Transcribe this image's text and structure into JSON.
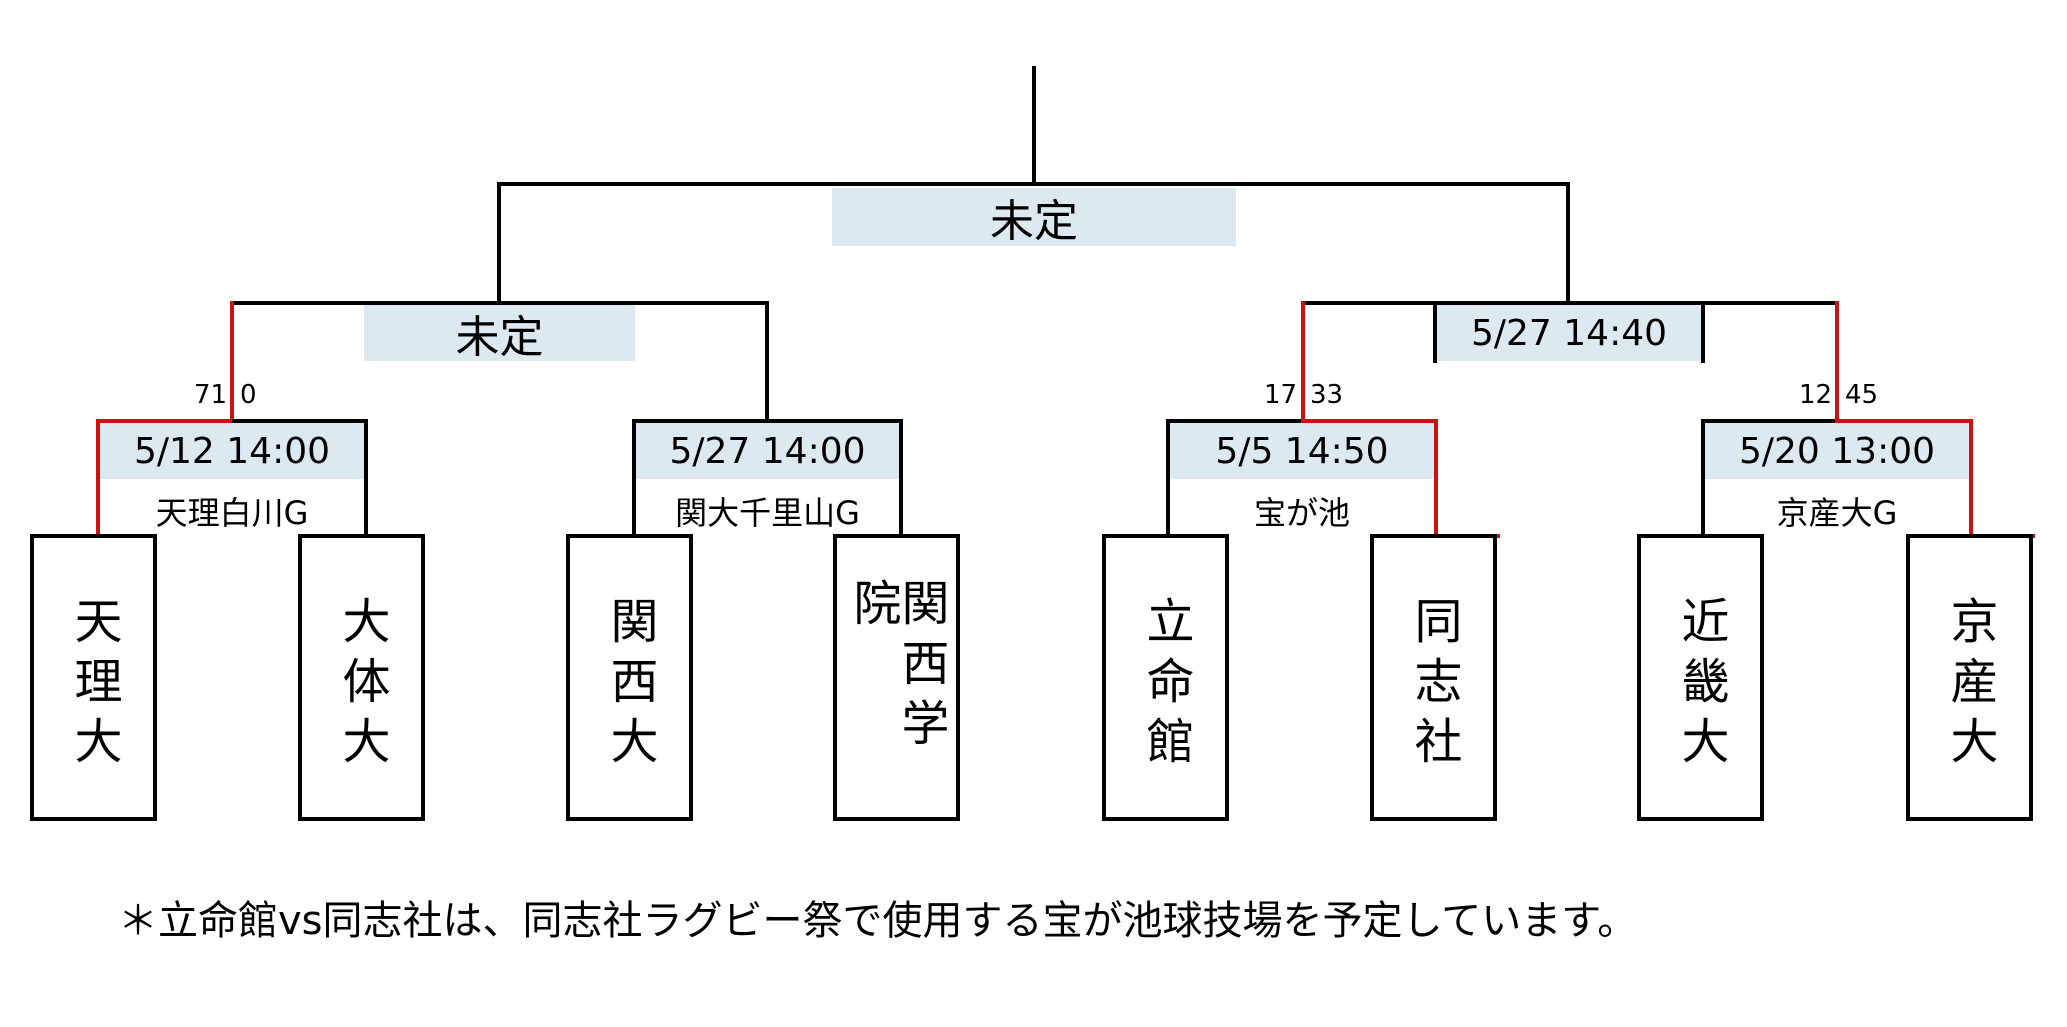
{
  "final": {
    "label": "未定"
  },
  "semis": [
    {
      "label": "未定"
    },
    {
      "label": "5/27 14:40"
    }
  ],
  "quarters": [
    {
      "datetime": "5/12 14:00",
      "venue": "天理白川G",
      "score_left": "71",
      "score_right": "0"
    },
    {
      "datetime": "5/27 14:00",
      "venue": "関大千里山G"
    },
    {
      "datetime": "5/5 14:50",
      "venue": "宝が池",
      "score_left": "17",
      "score_right": "33"
    },
    {
      "datetime": "5/20 13:00",
      "venue": "京産大G",
      "score_left": "12",
      "score_right": "45"
    }
  ],
  "teams": [
    "天理大",
    "大体大",
    "関西大",
    "関西学院",
    "立命館",
    "同志社",
    "近畿大",
    "京産大"
  ],
  "footnote": "＊立命館vs同志社は、同志社ラグビー祭で使用する宝が池球技場を予定しています。",
  "colors": {
    "winner_line": "#cc1111",
    "label_fill": "#dce9f1",
    "line": "#000000"
  }
}
